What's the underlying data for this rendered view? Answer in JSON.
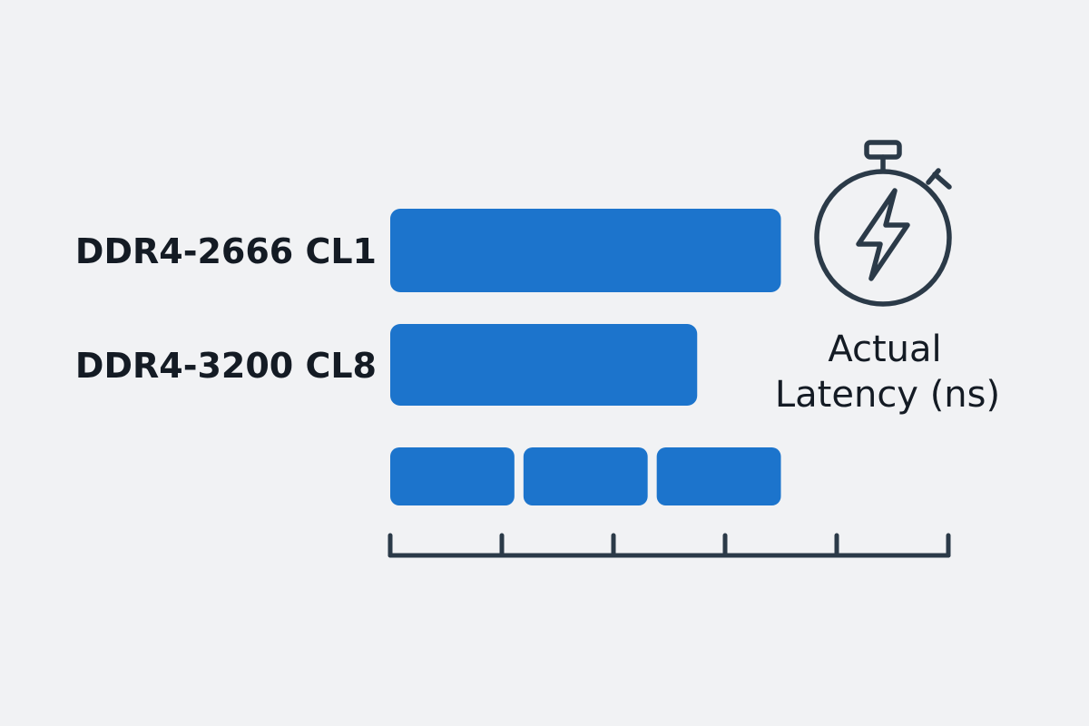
{
  "chart_data": {
    "type": "bar",
    "orientation": "horizontal",
    "categories": [
      "DDR4-2666 CL1",
      "DDR4-3200 CL8",
      ""
    ],
    "values": [
      7.0,
      5.5,
      7.0
    ],
    "segments": [
      null,
      null,
      3
    ],
    "bar_color": "#1c74cc",
    "axis_color": "#2b3a48",
    "xlim": [
      0,
      10
    ],
    "x_ticks": [
      0,
      2,
      4,
      6,
      8,
      10
    ],
    "tick_labels_shown": false,
    "legend": "none",
    "grid": false
  },
  "metric": {
    "label_line1": "Actual",
    "label_line2": "Latency (ns)",
    "icon": "stopwatch-lightning-icon",
    "icon_color": "#2b3a48"
  }
}
